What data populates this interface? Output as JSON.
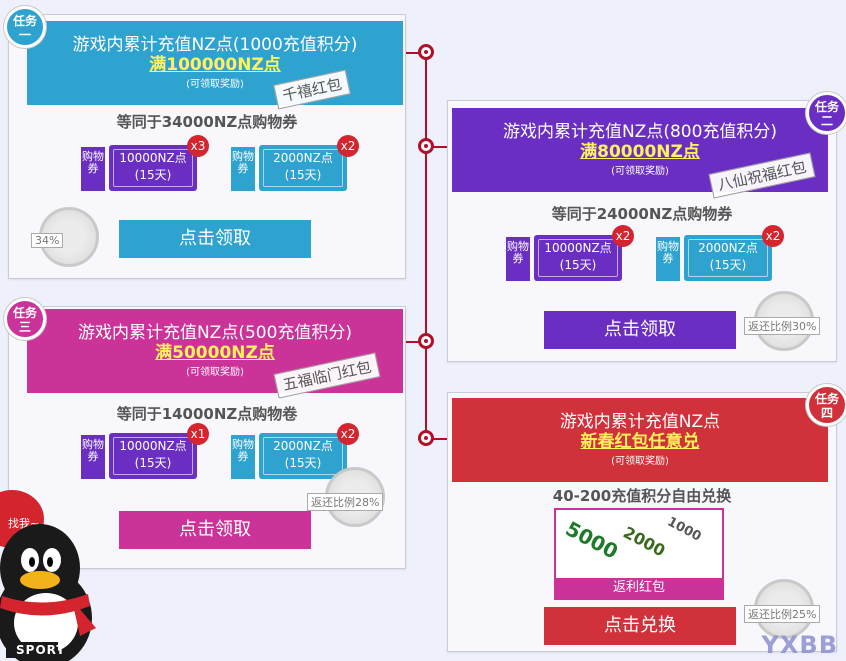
{
  "tasks": [
    {
      "badge": [
        "任务",
        "一"
      ],
      "title": "游戏内累计充值NZ点(1000充值积分)",
      "goal": "满100000NZ点",
      "note": "(可领取奖励)",
      "stamp": "千禧红包",
      "equivalent": "等同于34000NZ点购物券",
      "vouchers": [
        {
          "stub": "购物券",
          "amount": "10000NZ点",
          "days": "(15天)",
          "multiplier": "x3"
        },
        {
          "stub": "购物券",
          "amount": "2000NZ点",
          "days": "(15天)",
          "multiplier": "x2"
        }
      ],
      "seal_label": "34%",
      "button": "点击领取",
      "color": "#2ea3cf"
    },
    {
      "badge": [
        "任务",
        "二"
      ],
      "title": "游戏内累计充值NZ点(800充值积分)",
      "goal": "满80000NZ点",
      "note": "(可领取奖励)",
      "stamp": "八仙祝福红包",
      "equivalent": "等同于24000NZ点购物券",
      "vouchers": [
        {
          "stub": "购物券",
          "amount": "10000NZ点",
          "days": "(15天)",
          "multiplier": "x2"
        },
        {
          "stub": "购物券",
          "amount": "2000NZ点",
          "days": "(15天)",
          "multiplier": "x2"
        }
      ],
      "seal_label": "返还比例30%",
      "button": "点击领取",
      "color": "#6a2fc2"
    },
    {
      "badge": [
        "任务",
        "三"
      ],
      "title": "游戏内累计充值NZ点(500充值积分)",
      "goal": "满50000NZ点",
      "note": "(可领取奖励)",
      "stamp": "五福临门红包",
      "equivalent": "等同于14000NZ点购物卷",
      "vouchers": [
        {
          "stub": "购物券",
          "amount": "10000NZ点",
          "days": "(15天)",
          "multiplier": "x1"
        },
        {
          "stub": "购物券",
          "amount": "2000NZ点",
          "days": "(15天)",
          "multiplier": "x2"
        }
      ],
      "seal_label": "返还比例28%",
      "button": "点击领取",
      "color": "#cc3399"
    },
    {
      "badge": [
        "任务",
        "四"
      ],
      "title": "游戏内累计充值NZ点",
      "goal": "新春红包任意兑",
      "note": "(可领取奖励)",
      "equivalent": "40-200充值积分自由兑换",
      "image_chips": [
        "5000",
        "2000",
        "1000"
      ],
      "image_caption": "返利红包",
      "seal_label": "返还比例25%",
      "button": "点击兑换",
      "color": "#d1313a"
    }
  ],
  "mascot": {
    "bubble": "找我~",
    "shirt": "SPORT"
  },
  "watermark": "YXBB"
}
